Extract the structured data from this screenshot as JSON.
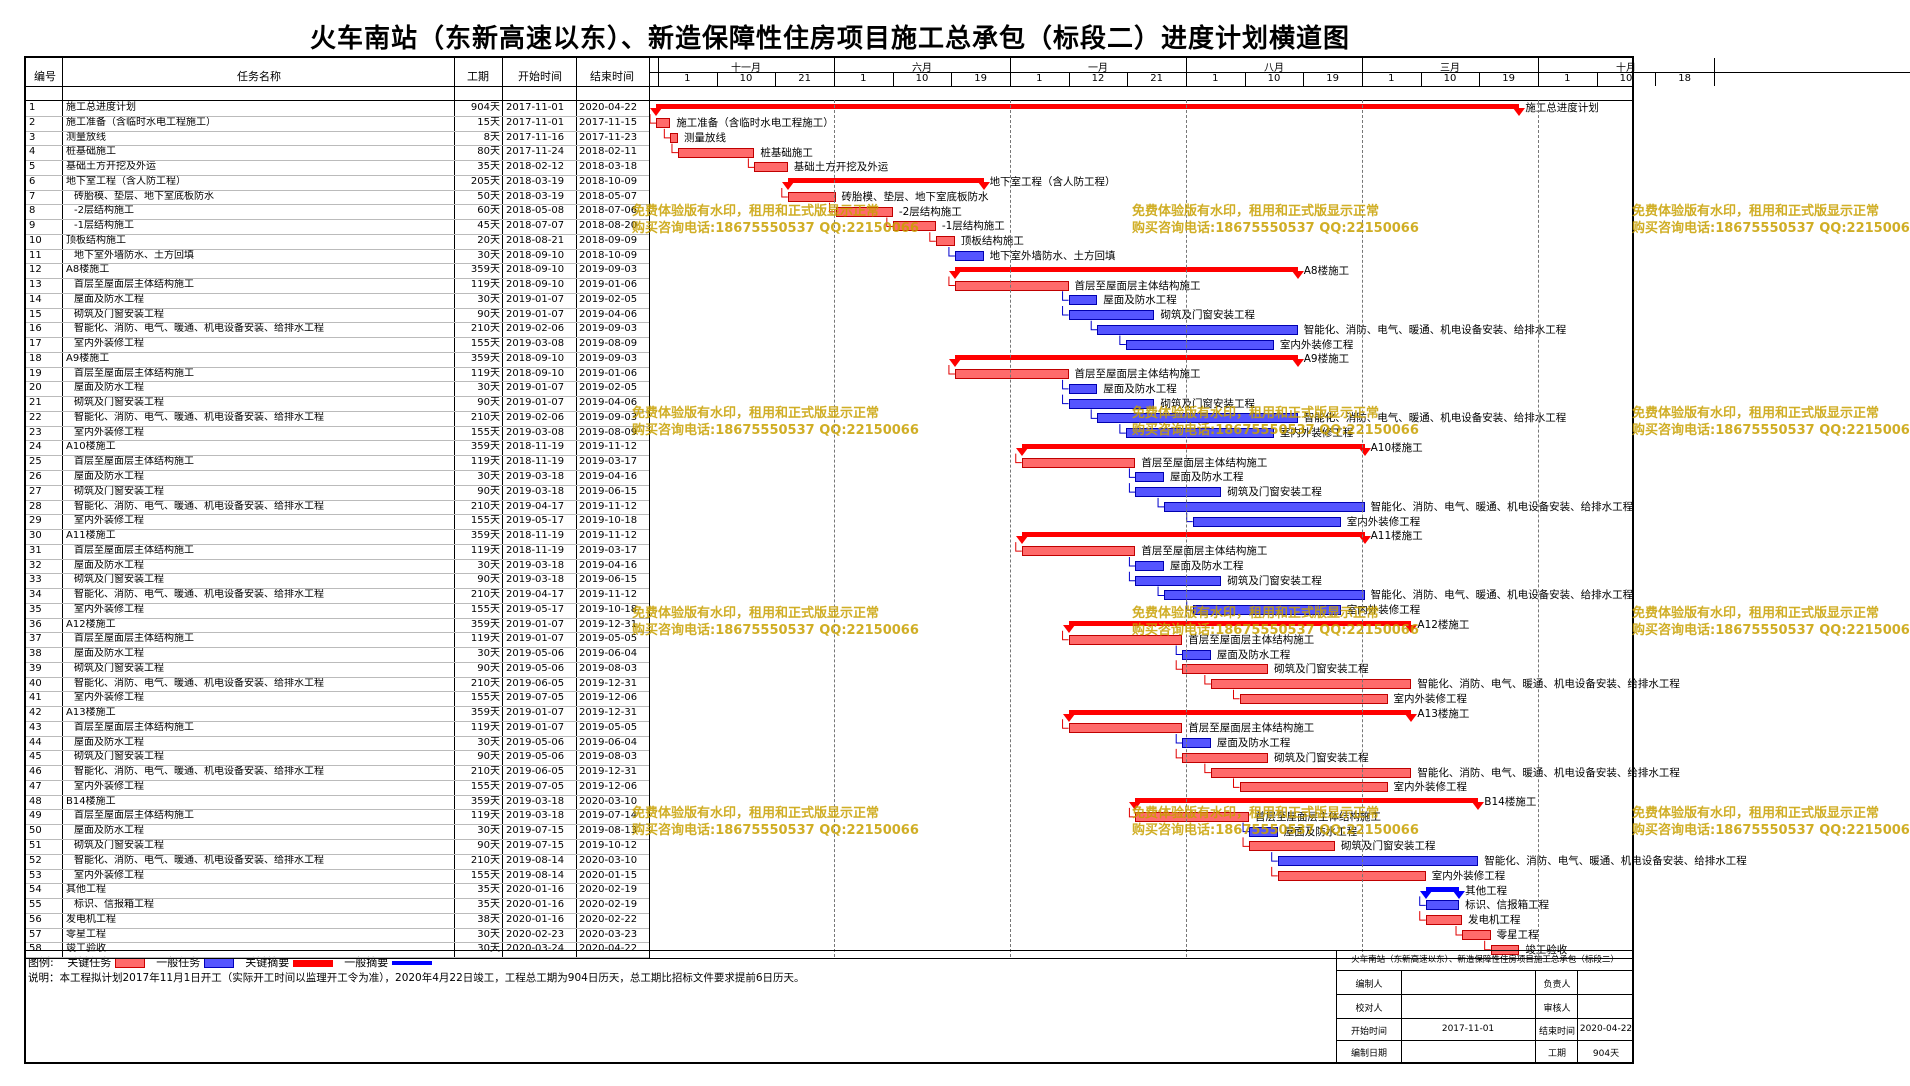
{
  "title": "火车南站（东新高速以东）、新造保障性住房项目施工总承包（标段二）进度计划横道图",
  "headers": {
    "id": "编号",
    "name": "任务名称",
    "dur": "工期",
    "start": "开始时间",
    "end": "结束时间"
  },
  "timeline": {
    "months": [
      "十一月",
      "六月",
      "一月",
      "八月",
      "三月",
      "十月"
    ],
    "days": [
      "1",
      "10",
      "21",
      "1",
      "10",
      "19",
      "1",
      "12",
      "21",
      "1",
      "10",
      "19",
      "1",
      "10",
      "19",
      "1",
      "10",
      "18"
    ]
  },
  "tasks": [
    {
      "id": "1",
      "name": "施工总进度计划",
      "dur": "904天",
      "start": "2017-11-01",
      "end": "2020-04-22",
      "type": "sum",
      "s": 0,
      "e": 904,
      "indent": 0
    },
    {
      "id": "2",
      "name": "施工准备（含临时水电工程施工）",
      "dur": "15天",
      "start": "2017-11-01",
      "end": "2017-11-15",
      "type": "crit",
      "s": 0,
      "e": 15,
      "indent": 0
    },
    {
      "id": "3",
      "name": "测量放线",
      "dur": "8天",
      "start": "2017-11-16",
      "end": "2017-11-23",
      "type": "crit",
      "s": 15,
      "e": 23,
      "indent": 0
    },
    {
      "id": "4",
      "name": "桩基础施工",
      "dur": "80天",
      "start": "2017-11-24",
      "end": "2018-02-11",
      "type": "crit",
      "s": 23,
      "e": 103,
      "indent": 0
    },
    {
      "id": "5",
      "name": "基础土方开挖及外运",
      "dur": "35天",
      "start": "2018-02-12",
      "end": "2018-03-18",
      "type": "crit",
      "s": 103,
      "e": 138,
      "indent": 0
    },
    {
      "id": "6",
      "name": "地下室工程（含人防工程）",
      "dur": "205天",
      "start": "2018-03-19",
      "end": "2018-10-09",
      "type": "sum",
      "s": 138,
      "e": 343,
      "indent": 0
    },
    {
      "id": "7",
      "name": "砖胎模、垫层、地下室底板防水",
      "dur": "50天",
      "start": "2018-03-19",
      "end": "2018-05-07",
      "type": "crit",
      "s": 138,
      "e": 188,
      "indent": 1
    },
    {
      "id": "8",
      "name": "-2层结构施工",
      "dur": "60天",
      "start": "2018-05-08",
      "end": "2018-07-06",
      "type": "crit",
      "s": 188,
      "e": 248,
      "indent": 1
    },
    {
      "id": "9",
      "name": "-1层结构施工",
      "dur": "45天",
      "start": "2018-07-07",
      "end": "2018-08-20",
      "type": "crit",
      "s": 248,
      "e": 293,
      "indent": 1
    },
    {
      "id": "10",
      "name": "顶板结构施工",
      "dur": "20天",
      "start": "2018-08-21",
      "end": "2018-09-09",
      "type": "crit",
      "s": 293,
      "e": 313,
      "indent": 0
    },
    {
      "id": "11",
      "name": "地下室外墙防水、土方回填",
      "dur": "30天",
      "start": "2018-09-10",
      "end": "2018-10-09",
      "type": "norm",
      "s": 313,
      "e": 343,
      "indent": 1
    },
    {
      "id": "12",
      "name": "A8楼施工",
      "dur": "359天",
      "start": "2018-09-10",
      "end": "2019-09-03",
      "type": "sum",
      "s": 313,
      "e": 672,
      "indent": 0
    },
    {
      "id": "13",
      "name": "首层至屋面层主体结构施工",
      "dur": "119天",
      "start": "2018-09-10",
      "end": "2019-01-06",
      "type": "crit",
      "s": 313,
      "e": 432,
      "indent": 1
    },
    {
      "id": "14",
      "name": "屋面及防水工程",
      "dur": "30天",
      "start": "2019-01-07",
      "end": "2019-02-05",
      "type": "norm",
      "s": 432,
      "e": 462,
      "indent": 1
    },
    {
      "id": "15",
      "name": "砌筑及门窗安装工程",
      "dur": "90天",
      "start": "2019-01-07",
      "end": "2019-04-06",
      "type": "norm",
      "s": 432,
      "e": 522,
      "indent": 1
    },
    {
      "id": "16",
      "name": "智能化、消防、电气、暖通、机电设备安装、给排水工程",
      "dur": "210天",
      "start": "2019-02-06",
      "end": "2019-09-03",
      "type": "norm",
      "s": 462,
      "e": 672,
      "indent": 1
    },
    {
      "id": "17",
      "name": "室内外装修工程",
      "dur": "155天",
      "start": "2019-03-08",
      "end": "2019-08-09",
      "type": "norm",
      "s": 492,
      "e": 647,
      "indent": 1
    },
    {
      "id": "18",
      "name": "A9楼施工",
      "dur": "359天",
      "start": "2018-09-10",
      "end": "2019-09-03",
      "type": "sum",
      "s": 313,
      "e": 672,
      "indent": 0
    },
    {
      "id": "19",
      "name": "首层至屋面层主体结构施工",
      "dur": "119天",
      "start": "2018-09-10",
      "end": "2019-01-06",
      "type": "crit",
      "s": 313,
      "e": 432,
      "indent": 1
    },
    {
      "id": "20",
      "name": "屋面及防水工程",
      "dur": "30天",
      "start": "2019-01-07",
      "end": "2019-02-05",
      "type": "norm",
      "s": 432,
      "e": 462,
      "indent": 1
    },
    {
      "id": "21",
      "name": "砌筑及门窗安装工程",
      "dur": "90天",
      "start": "2019-01-07",
      "end": "2019-04-06",
      "type": "norm",
      "s": 432,
      "e": 522,
      "indent": 1
    },
    {
      "id": "22",
      "name": "智能化、消防、电气、暖通、机电设备安装、给排水工程",
      "dur": "210天",
      "start": "2019-02-06",
      "end": "2019-09-03",
      "type": "norm",
      "s": 462,
      "e": 672,
      "indent": 1
    },
    {
      "id": "23",
      "name": "室内外装修工程",
      "dur": "155天",
      "start": "2019-03-08",
      "end": "2019-08-09",
      "type": "norm",
      "s": 492,
      "e": 647,
      "indent": 1
    },
    {
      "id": "24",
      "name": "A10楼施工",
      "dur": "359天",
      "start": "2018-11-19",
      "end": "2019-11-12",
      "type": "sum",
      "s": 383,
      "e": 742,
      "indent": 0
    },
    {
      "id": "25",
      "name": "首层至屋面层主体结构施工",
      "dur": "119天",
      "start": "2018-11-19",
      "end": "2019-03-17",
      "type": "crit",
      "s": 383,
      "e": 502,
      "indent": 1
    },
    {
      "id": "26",
      "name": "屋面及防水工程",
      "dur": "30天",
      "start": "2019-03-18",
      "end": "2019-04-16",
      "type": "norm",
      "s": 502,
      "e": 532,
      "indent": 1
    },
    {
      "id": "27",
      "name": "砌筑及门窗安装工程",
      "dur": "90天",
      "start": "2019-03-18",
      "end": "2019-06-15",
      "type": "norm",
      "s": 502,
      "e": 592,
      "indent": 1
    },
    {
      "id": "28",
      "name": "智能化、消防、电气、暖通、机电设备安装、给排水工程",
      "dur": "210天",
      "start": "2019-04-17",
      "end": "2019-11-12",
      "type": "norm",
      "s": 532,
      "e": 742,
      "indent": 1
    },
    {
      "id": "29",
      "name": "室内外装修工程",
      "dur": "155天",
      "start": "2019-05-17",
      "end": "2019-10-18",
      "type": "norm",
      "s": 562,
      "e": 717,
      "indent": 1
    },
    {
      "id": "30",
      "name": "A11楼施工",
      "dur": "359天",
      "start": "2018-11-19",
      "end": "2019-11-12",
      "type": "sum",
      "s": 383,
      "e": 742,
      "indent": 0
    },
    {
      "id": "31",
      "name": "首层至屋面层主体结构施工",
      "dur": "119天",
      "start": "2018-11-19",
      "end": "2019-03-17",
      "type": "crit",
      "s": 383,
      "e": 502,
      "indent": 1
    },
    {
      "id": "32",
      "name": "屋面及防水工程",
      "dur": "30天",
      "start": "2019-03-18",
      "end": "2019-04-16",
      "type": "norm",
      "s": 502,
      "e": 532,
      "indent": 1
    },
    {
      "id": "33",
      "name": "砌筑及门窗安装工程",
      "dur": "90天",
      "start": "2019-03-18",
      "end": "2019-06-15",
      "type": "norm",
      "s": 502,
      "e": 592,
      "indent": 1
    },
    {
      "id": "34",
      "name": "智能化、消防、电气、暖通、机电设备安装、给排水工程",
      "dur": "210天",
      "start": "2019-04-17",
      "end": "2019-11-12",
      "type": "norm",
      "s": 532,
      "e": 742,
      "indent": 1
    },
    {
      "id": "35",
      "name": "室内外装修工程",
      "dur": "155天",
      "start": "2019-05-17",
      "end": "2019-10-18",
      "type": "norm",
      "s": 562,
      "e": 717,
      "indent": 1
    },
    {
      "id": "36",
      "name": "A12楼施工",
      "dur": "359天",
      "start": "2019-01-07",
      "end": "2019-12-31",
      "type": "sum",
      "s": 432,
      "e": 791,
      "indent": 0
    },
    {
      "id": "37",
      "name": "首层至屋面层主体结构施工",
      "dur": "119天",
      "start": "2019-01-07",
      "end": "2019-05-05",
      "type": "crit",
      "s": 432,
      "e": 551,
      "indent": 1
    },
    {
      "id": "38",
      "name": "屋面及防水工程",
      "dur": "30天",
      "start": "2019-05-06",
      "end": "2019-06-04",
      "type": "norm",
      "s": 551,
      "e": 581,
      "indent": 1
    },
    {
      "id": "39",
      "name": "砌筑及门窗安装工程",
      "dur": "90天",
      "start": "2019-05-06",
      "end": "2019-08-03",
      "type": "crit",
      "s": 551,
      "e": 641,
      "indent": 1
    },
    {
      "id": "40",
      "name": "智能化、消防、电气、暖通、机电设备安装、给排水工程",
      "dur": "210天",
      "start": "2019-06-05",
      "end": "2019-12-31",
      "type": "crit",
      "s": 581,
      "e": 791,
      "indent": 1
    },
    {
      "id": "41",
      "name": "室内外装修工程",
      "dur": "155天",
      "start": "2019-07-05",
      "end": "2019-12-06",
      "type": "crit",
      "s": 611,
      "e": 766,
      "indent": 1
    },
    {
      "id": "42",
      "name": "A13楼施工",
      "dur": "359天",
      "start": "2019-01-07",
      "end": "2019-12-31",
      "type": "sum",
      "s": 432,
      "e": 791,
      "indent": 0
    },
    {
      "id": "43",
      "name": "首层至屋面层主体结构施工",
      "dur": "119天",
      "start": "2019-01-07",
      "end": "2019-05-05",
      "type": "crit",
      "s": 432,
      "e": 551,
      "indent": 1
    },
    {
      "id": "44",
      "name": "屋面及防水工程",
      "dur": "30天",
      "start": "2019-05-06",
      "end": "2019-06-04",
      "type": "norm",
      "s": 551,
      "e": 581,
      "indent": 1
    },
    {
      "id": "45",
      "name": "砌筑及门窗安装工程",
      "dur": "90天",
      "start": "2019-05-06",
      "end": "2019-08-03",
      "type": "crit",
      "s": 551,
      "e": 641,
      "indent": 1
    },
    {
      "id": "46",
      "name": "智能化、消防、电气、暖通、机电设备安装、给排水工程",
      "dur": "210天",
      "start": "2019-06-05",
      "end": "2019-12-31",
      "type": "crit",
      "s": 581,
      "e": 791,
      "indent": 1
    },
    {
      "id": "47",
      "name": "室内外装修工程",
      "dur": "155天",
      "start": "2019-07-05",
      "end": "2019-12-06",
      "type": "crit",
      "s": 611,
      "e": 766,
      "indent": 1
    },
    {
      "id": "48",
      "name": "B14楼施工",
      "dur": "359天",
      "start": "2019-03-18",
      "end": "2020-03-10",
      "type": "sum",
      "s": 502,
      "e": 861,
      "indent": 0
    },
    {
      "id": "49",
      "name": "首层至屋面层主体结构施工",
      "dur": "119天",
      "start": "2019-03-18",
      "end": "2019-07-14",
      "type": "crit",
      "s": 502,
      "e": 621,
      "indent": 1
    },
    {
      "id": "50",
      "name": "屋面及防水工程",
      "dur": "30天",
      "start": "2019-07-15",
      "end": "2019-08-13",
      "type": "norm",
      "s": 621,
      "e": 651,
      "indent": 1
    },
    {
      "id": "51",
      "name": "砌筑及门窗安装工程",
      "dur": "90天",
      "start": "2019-07-15",
      "end": "2019-10-12",
      "type": "crit",
      "s": 621,
      "e": 711,
      "indent": 1
    },
    {
      "id": "52",
      "name": "智能化、消防、电气、暖通、机电设备安装、给排水工程",
      "dur": "210天",
      "start": "2019-08-14",
      "end": "2020-03-10",
      "type": "norm",
      "s": 651,
      "e": 861,
      "indent": 1
    },
    {
      "id": "53",
      "name": "室内外装修工程",
      "dur": "155天",
      "start": "2019-08-14",
      "end": "2020-01-15",
      "type": "crit",
      "s": 651,
      "e": 806,
      "indent": 1
    },
    {
      "id": "54",
      "name": "其他工程",
      "dur": "35天",
      "start": "2020-01-16",
      "end": "2020-02-19",
      "type": "bsum",
      "s": 806,
      "e": 841,
      "indent": 0
    },
    {
      "id": "55",
      "name": "标识、信报箱工程",
      "dur": "35天",
      "start": "2020-01-16",
      "end": "2020-02-19",
      "type": "norm",
      "s": 806,
      "e": 841,
      "indent": 1
    },
    {
      "id": "56",
      "name": "发电机工程",
      "dur": "38天",
      "start": "2020-01-16",
      "end": "2020-02-22",
      "type": "crit",
      "s": 806,
      "e": 844,
      "indent": 0
    },
    {
      "id": "57",
      "name": "零星工程",
      "dur": "30天",
      "start": "2020-02-23",
      "end": "2020-03-23",
      "type": "crit",
      "s": 844,
      "e": 874,
      "indent": 0
    },
    {
      "id": "58",
      "name": "竣工验收",
      "dur": "30天",
      "start": "2020-03-24",
      "end": "2020-04-22",
      "type": "crit",
      "s": 874,
      "e": 904,
      "indent": 0
    }
  ],
  "legend": {
    "label": "图例:",
    "crit": "关键任务",
    "norm": "一般任务",
    "keysum": "关键摘要",
    "sum": "一般摘要"
  },
  "note": "说明：本工程拟计划2017年11月1日开工（实际开工时间以监理开工令为准），2020年4月22日竣工，工程总工期为904日历天，总工期比招标文件要求提前6日历天。",
  "titleblock": {
    "project": "火车南站（东新高速以东）、新造保障性住房项目施工总承包（标段二）",
    "drawn": "编制人",
    "lead": "负责人",
    "check": "校对人",
    "review": "审核人",
    "start_label": "开始时间",
    "start": "2017-11-01",
    "end_label": "结束时间",
    "end": "2020-04-22",
    "date_label": "编制日期",
    "dur_label": "工期",
    "dur": "904天"
  },
  "watermark": {
    "line1": "免费体验版有水印，租用和正式版显示正常",
    "line2": "购买咨询电话:18675550537 QQ:22150066"
  },
  "colors": {
    "critical": "#ff6b6b",
    "normal": "#5555ff",
    "summary": "#ff0000",
    "keysummary": "#0000ff"
  }
}
